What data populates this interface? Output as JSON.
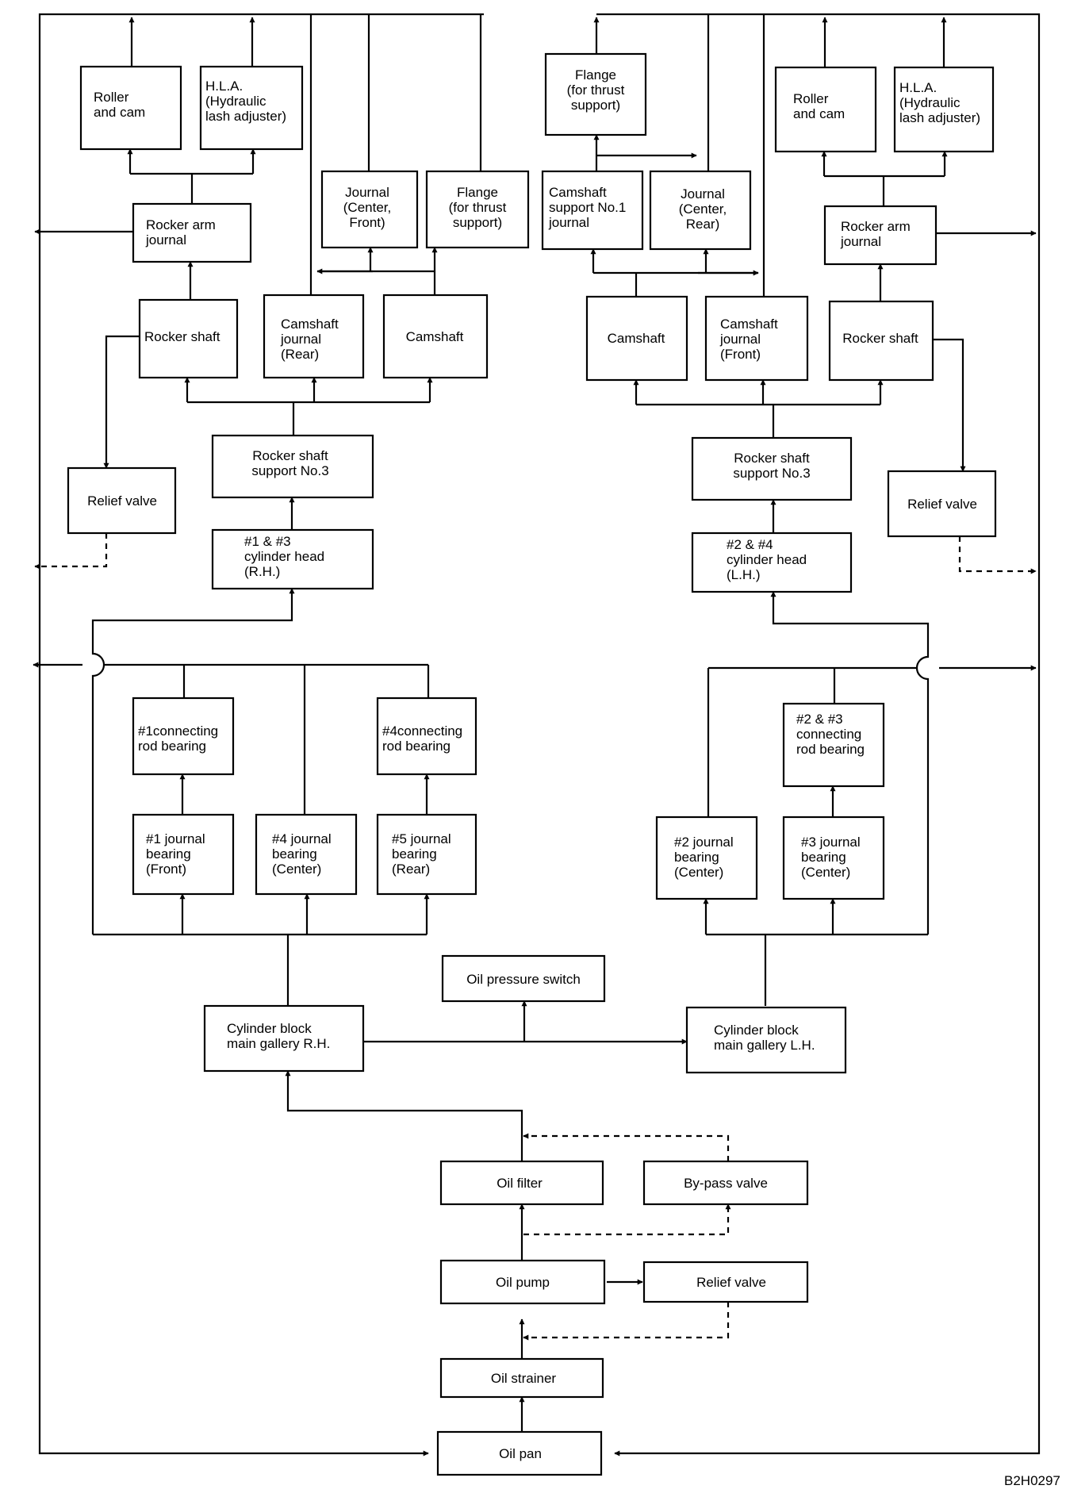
{
  "diagram_code": "B2H0297",
  "boxes": {
    "roller_cam_rh": "Roller|and cam",
    "hla_rh": "H.L.A.|(Hydraulic|lash adjuster)",
    "rocker_arm_journal_rh": "Rocker arm|journal",
    "journal_center_front": "Journal|(Center,|Front)",
    "flange_thrust_rh": "Flange|(for thrust|support)",
    "rocker_shaft_rh": "Rocker shaft",
    "camshaft_journal_rear": "Camshaft|journal|(Rear)",
    "camshaft_rh": "Camshaft",
    "rocker_shaft_support_rh": "Rocker shaft|support No.3",
    "relief_valve_rh": "Relief valve",
    "cylinder_head_rh": "#1 & #3|cylinder head|(R.H.)",
    "conn_rod_1": "#1connecting|rod bearing",
    "conn_rod_4": "#4connecting|rod bearing",
    "journal_bearing_1": "#1 journal|bearing|(Front)",
    "journal_bearing_4": "#4 journal|bearing|(Center)",
    "journal_bearing_5": "#5 journal|bearing|(Rear)",
    "cyl_block_rh": "Cylinder block|main gallery R.H.",
    "oil_pressure_switch": "Oil pressure switch",
    "cyl_block_lh": "Cylinder block|main gallery L.H.",
    "flange_thrust_lh": "Flange|(for thrust|support)",
    "roller_cam_lh": "Roller|and cam",
    "hla_lh": "H.L.A.|(Hydraulic|lash adjuster)",
    "camshaft_support_no1": "Camshaft|support No.1|journal",
    "journal_center_rear": "Journal|(Center,|Rear)",
    "rocker_arm_journal_lh": "Rocker arm|journal",
    "camshaft_lh": "Camshaft",
    "camshaft_journal_front": "Camshaft|journal|(Front)",
    "rocker_shaft_lh": "Rocker shaft",
    "rocker_shaft_support_lh": "Rocker shaft|support No.3",
    "relief_valve_lh": "Relief valve",
    "cylinder_head_lh": "#2 & #4|cylinder head|(L.H.)",
    "conn_rod_23": "#2 & #3|connecting|rod bearing",
    "journal_bearing_2": "#2 journal|bearing|(Center)",
    "journal_bearing_3": "#3 journal|bearing|(Center)",
    "oil_filter": "Oil filter",
    "bypass_valve": "By-pass valve",
    "oil_pump": "Oil pump",
    "relief_valve_pump": "Relief valve",
    "oil_strainer": "Oil strainer",
    "oil_pan": "Oil pan"
  }
}
